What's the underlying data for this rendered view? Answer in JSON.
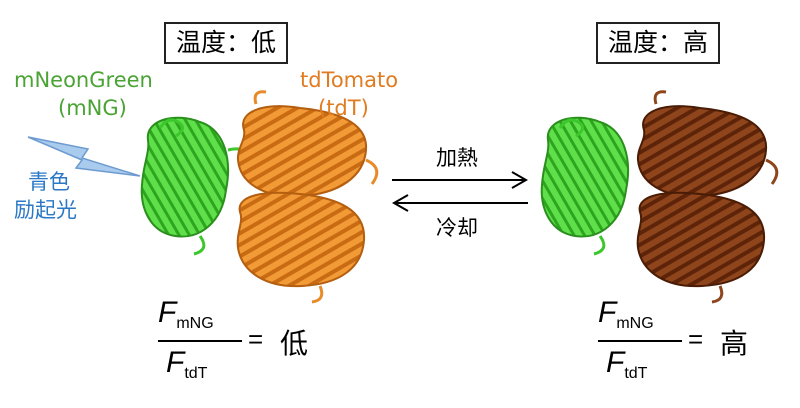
{
  "left_state": {
    "temperature_label": "温度：低",
    "green_protein_name": "mNeonGreen",
    "green_protein_abbr": "(mNG)",
    "orange_protein_name": "tdTomato",
    "orange_protein_abbr": "(tdT)",
    "excitation_line1": "青色",
    "excitation_line2": "励起光",
    "ratio": {
      "numerator_f": "F",
      "numerator_sub": "mNG",
      "denominator_f": "F",
      "denominator_sub": "tdT",
      "equals": "=",
      "value": "低"
    }
  },
  "middle": {
    "heat_label": "加熱",
    "cool_label": "冷却"
  },
  "right_state": {
    "temperature_label": "温度：高",
    "ratio": {
      "numerator_f": "F",
      "numerator_sub": "mNG",
      "denominator_f": "F",
      "denominator_sub": "tdT",
      "equals": "=",
      "value": "高"
    }
  },
  "colors": {
    "mng_green": "#4aa334",
    "tdt_orange": "#e07b20",
    "heated_brown": "#7a3412",
    "excitation_blue": "#2a78c6",
    "bolt_blue": "#a9cbee"
  }
}
